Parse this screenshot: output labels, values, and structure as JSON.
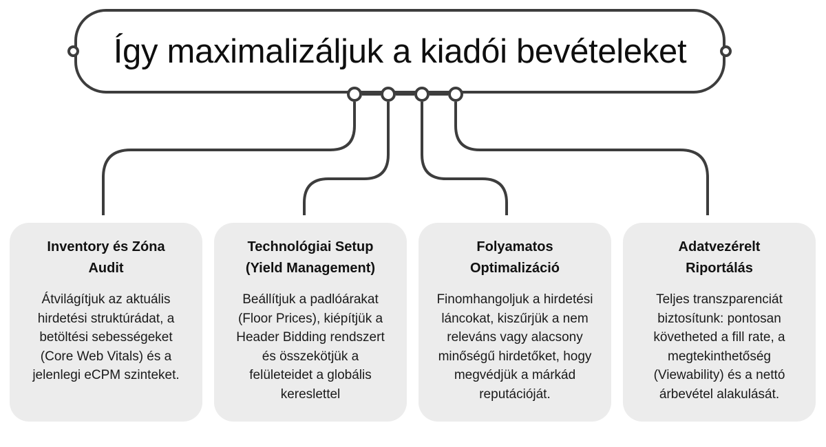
{
  "title": "Így maximalizáljuk a kiadói bevételeket",
  "steps": [
    {
      "title_line1": "Inventory és Zóna",
      "title_line2": "Audit",
      "body_lines": [
        "Átvilágítjuk az aktuális",
        "hirdetési struktúrádat, a",
        "betöltési sebességeket",
        "(Core Web Vitals) és a",
        "jelenlegi eCPM szinteket."
      ]
    },
    {
      "title_line1": "Technológiai Setup",
      "title_line2": "(Yield Management)",
      "body_lines": [
        "Beállítjuk a padlóárakat",
        "(Floor Prices), kiépítjük a",
        "Header Bidding rendszert",
        "és összekötjük a",
        "felületeidet a globális",
        "kereslettel"
      ]
    },
    {
      "title_line1": "Folyamatos",
      "title_line2": "Optimalizáció",
      "body_lines": [
        "Finomhangoljuk a hirdetési",
        "láncokat, kiszűrjük a nem",
        "releváns vagy alacsony",
        "minőségű hirdetőket, hogy",
        "megvédjük a márkád",
        "reputációját."
      ]
    },
    {
      "title_line1": "Adatvezérelt",
      "title_line2": "Riportálás",
      "body_lines": [
        "Teljes transzparenciát",
        "biztosítunk: pontosan",
        "követheted a fill rate, a",
        "megtekinthetőség",
        "(Viewability) és a nettó",
        "árbevétel alakulását."
      ]
    }
  ],
  "colors": {
    "stroke": "#3d3d3d",
    "card_background": "#ececec",
    "text": "#111111"
  }
}
